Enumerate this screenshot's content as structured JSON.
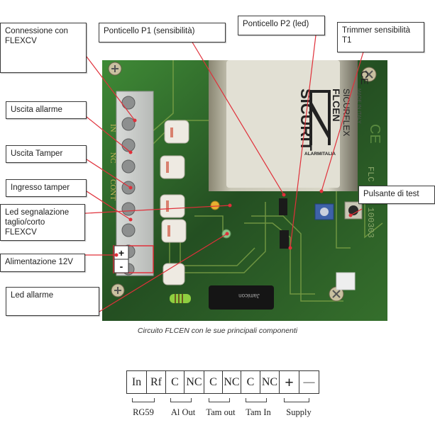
{
  "callouts": {
    "connessione": "Connessione con\nFLEXCV",
    "ponticello_p1": "Ponticello P1 (sensibilità)",
    "ponticello_p2": "Ponticello P2 (led)",
    "trimmer": "Trimmer sensibilità\nT1",
    "uscita_allarme": "Uscita allarme",
    "uscita_tamper": "Uscita Tamper",
    "ingresso_tamper": "Ingresso tamper",
    "led_segnalazione": "Led segnalazione\ntaglio/corto\nFLEXCV",
    "alimentazione": "Alimentazione 12V",
    "led_allarme": "Led allarme",
    "pulsante_test": "Pulsante di test"
  },
  "board": {
    "module_brand": "SICURIT",
    "module_sub": "ALARMITALIA",
    "module_model": "FLCEN",
    "module_line": "SICURFLEX",
    "module_origin": "MADE IN ITALY",
    "ce_mark": "CE",
    "silk_terminals": [
      "IN",
      "NC",
      "CONT"
    ],
    "silk_serial": "FLC 3-1 100303",
    "plus_sign": "+",
    "minus_sign": "-",
    "capacitor_text": "Jamicon"
  },
  "caption": "Circuito FLCEN con le sue principali componenti",
  "terminal_block": {
    "cells": [
      "In",
      "Rf",
      "C",
      "NC",
      "C",
      "NC",
      "C",
      "NC",
      "+",
      "—"
    ],
    "groups": [
      "RG59",
      "Al Out",
      "Tam out",
      "Tam In",
      "Supply"
    ]
  },
  "colors": {
    "leader_line": "#e0303a",
    "pcb_green": "#2f6b2a",
    "highlight_box": "#e0303a"
  }
}
